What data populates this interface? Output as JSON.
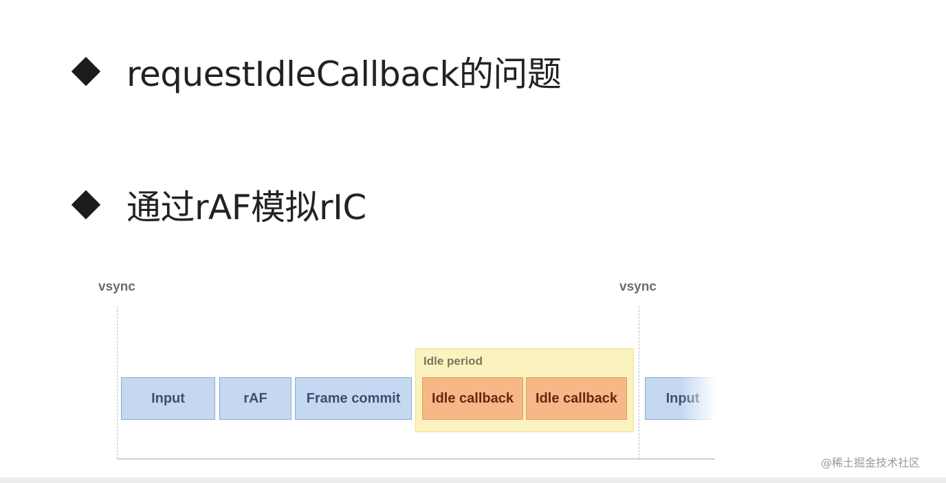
{
  "slide": {
    "bullets": [
      {
        "text": "requestIdleCallback的问题"
      },
      {
        "text": "通过rAF模拟rIC"
      }
    ]
  },
  "diagram": {
    "vsync_labels": [
      "vsync",
      "vsync"
    ],
    "idle_period_label": "Idle period",
    "blocks": [
      {
        "label": "Input",
        "kind": "task",
        "color": "#c4d9f1"
      },
      {
        "label": "rAF",
        "kind": "task",
        "color": "#c4d9f1"
      },
      {
        "label": "Frame commit",
        "kind": "task",
        "color": "#c4d9f1"
      },
      {
        "label": "Idle callback",
        "kind": "idle",
        "color": "#f6b886"
      },
      {
        "label": "Idle callback",
        "kind": "idle",
        "color": "#f6b886"
      },
      {
        "label": "Input",
        "kind": "task",
        "color": "#c4d9f1"
      }
    ],
    "idle_period_color": "#fbf3bf"
  },
  "watermark": "@稀土掘金技术社区"
}
